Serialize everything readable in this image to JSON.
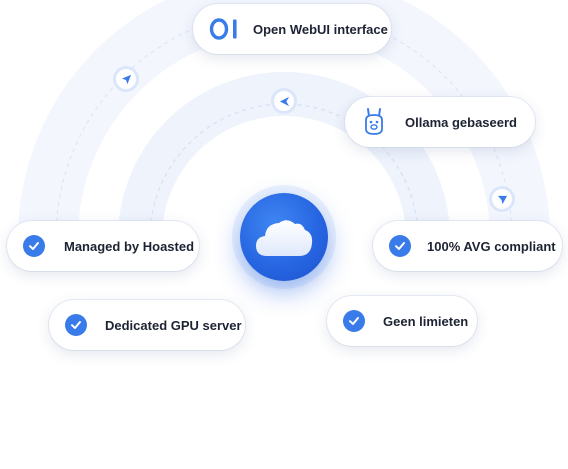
{
  "items": {
    "open_webui": {
      "label": "Open WebUI interface",
      "icon": "openwebui-logo-icon"
    },
    "ollama": {
      "label": "Ollama gebaseerd",
      "icon": "llama-icon"
    },
    "managed": {
      "label": "Managed by Hoasted",
      "icon": "check-icon"
    },
    "avg": {
      "label": "100% AVG compliant",
      "icon": "check-icon"
    },
    "gpu": {
      "label": "Dedicated GPU server",
      "icon": "check-icon"
    },
    "limits": {
      "label": "Geen limieten",
      "icon": "check-icon"
    }
  },
  "center": {
    "icon": "cloud-icon"
  },
  "colors": {
    "accent": "#3a7bea",
    "brand_blue": "#2563e0",
    "text": "#1d2333",
    "arc": "#e8eefb"
  }
}
